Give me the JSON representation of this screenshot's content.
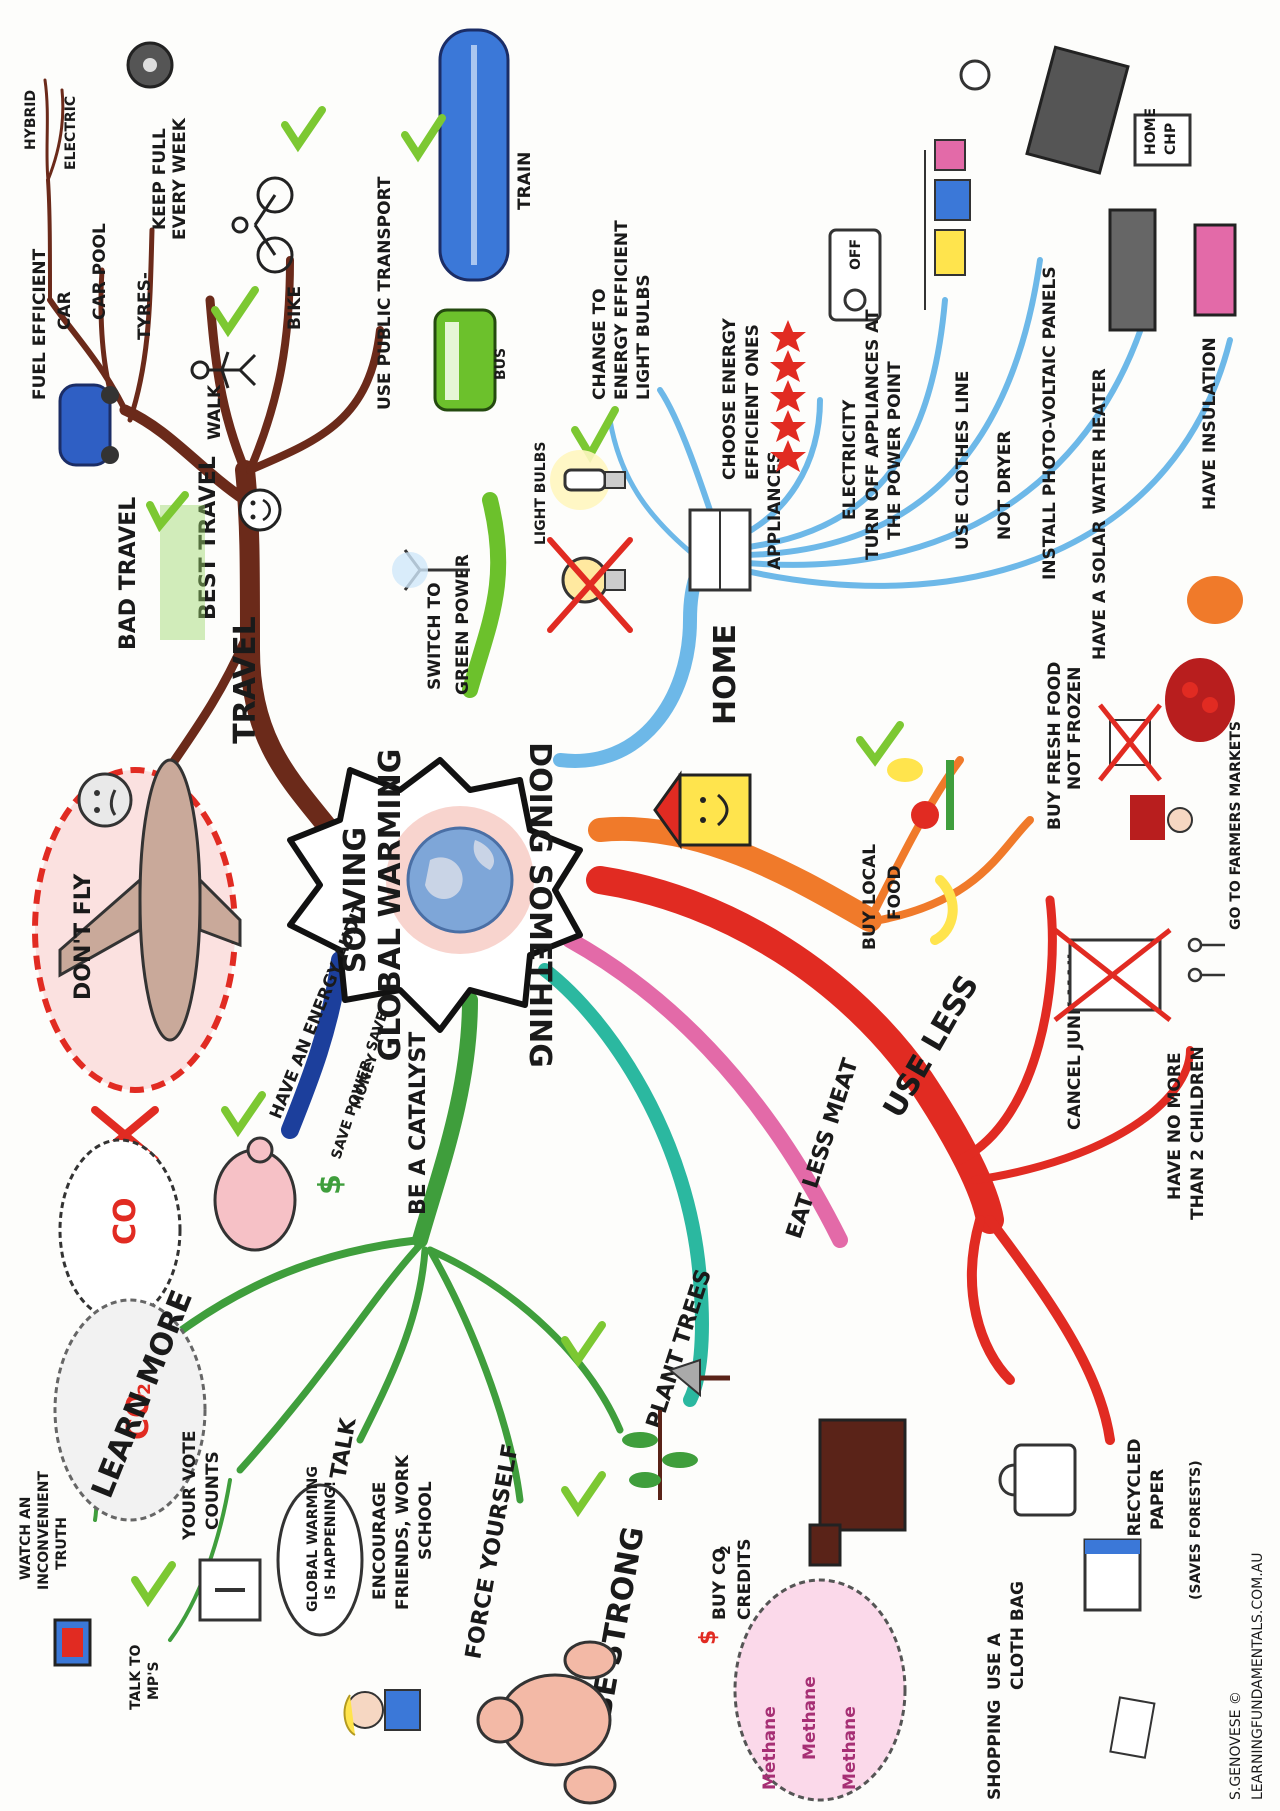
{
  "center": {
    "line1": "SOLVING",
    "line2": "GLOBAL WARMING",
    "line3": "DOING SOMETHING"
  },
  "travel": {
    "label": "TRAVEL",
    "bad_travel": "BAD TRAVEL",
    "dont_fly": "DON'T FLY",
    "best_travel": "BEST TRAVEL",
    "car": "CAR",
    "fuel_efficient": "FUEL EFFICIENT",
    "hybrid": "HYBRID",
    "electric": "ELECTRIC",
    "car_pool": "CAR POOL",
    "tyres": "TYRES-",
    "tyres_detail_1": "KEEP FULL",
    "tyres_detail_2": "EVERY WEEK",
    "walk": "WALK",
    "bike": "BIKE",
    "public_transport": "USE PUBLIC TRANSPORT",
    "train": "TRAIN",
    "bus": "BUS",
    "co2": "CO",
    "co2_sub": "2"
  },
  "green_power": {
    "line1": "SWITCH TO",
    "line2": "GREEN POWER"
  },
  "home": {
    "label": "HOME",
    "light_bulbs": "LIGHT BULBS",
    "change_bulbs_1": "CHANGE TO",
    "change_bulbs_2": "ENERGY EFFICIENT",
    "change_bulbs_3": "LIGHT BULBS",
    "appliances": "APPLIANCES",
    "choose_1": "CHOOSE ENERGY",
    "choose_2": "EFFICIENT ONES",
    "electricity": "ELECTRICITY",
    "off": "OFF",
    "turnoff_1": "TURN OFF APPLIANCES AT",
    "turnoff_2": "THE POWER POINT",
    "clothes_line": "USE CLOTHES LINE",
    "not_dryer": "NOT DRYER",
    "photo_voltaic": "INSTALL PHOTO-VOLTAIC PANELS",
    "home_chp_1": "HOME",
    "home_chp_2": "CHP",
    "solar_heater": "HAVE A SOLAR WATER HEATER",
    "insulation": "HAVE INSULATION"
  },
  "local_food": {
    "buy_local_1": "BUY LOCAL",
    "buy_local_2": "FOOD",
    "fresh_1": "BUY FRESH FOOD",
    "fresh_2": "NOT FROZEN",
    "markets": "GO TO FARMERS MARKETS"
  },
  "use_less": {
    "label": "USE LESS",
    "junk_mail": "CANCEL JUNK MAIL",
    "children_1": "HAVE NO MORE",
    "children_2": "THAN 2 CHILDREN",
    "recycled_1": "USE RECYCLED",
    "recycled_2": "PAPER",
    "recycled_3": "(SAVES FORESTS)",
    "shopping": "SHOPPING",
    "cloth_bag_1": "USE A",
    "cloth_bag_2": "CLOTH BAG"
  },
  "eat_less_meat": {
    "label": "EAT LESS MEAT",
    "methane": "Methane"
  },
  "plant_trees": {
    "label": "PLANT TREES",
    "buy_co2_1": "BUY CO",
    "buy_co2_2": "CREDITS",
    "co2_sub": "2"
  },
  "catalyst": {
    "label": "BE A CATALYST",
    "energy_audit": "HAVE AN ENERGY AUDIT",
    "save_1": "SAVE POWER, SAVE",
    "save_2": "MONEY",
    "dollar": "$",
    "learn_more": "LEARN MORE",
    "watch_1": "WATCH AN",
    "watch_2": "INCONVENIENT",
    "watch_3": "TRUTH",
    "talk_mps_1": "TALK TO",
    "talk_mps_2": "MP'S",
    "vote_1": "YOUR VOTE",
    "vote_2": "COUNTS",
    "talk": "TALK",
    "speech_1": "GLOBAL WARMING",
    "speech_2": "IS HAPPENING!",
    "encourage_1": "ENCOURAGE",
    "encourage_2": "FRIENDS, WORK",
    "encourage_3": "SCHOOL",
    "force": "FORCE YOURSELF",
    "be_strong": "BE STRONG"
  },
  "credit": {
    "author": "S.GENOVESE ©",
    "site": "LEARNINGFUNDAMENTALS.COM.AU"
  },
  "colors": {
    "travel": "#6b2a1a",
    "green_power": "#6cc12c",
    "home": "#6db8e8",
    "local_food": "#f07a2a",
    "use_less": "#e12b22",
    "eat_less_meat": "#e36aa8",
    "plant_trees": "#2bb8a0",
    "catalyst": "#3f9e3c",
    "audit": "#1c3f9c",
    "tick": "#7cc832"
  }
}
